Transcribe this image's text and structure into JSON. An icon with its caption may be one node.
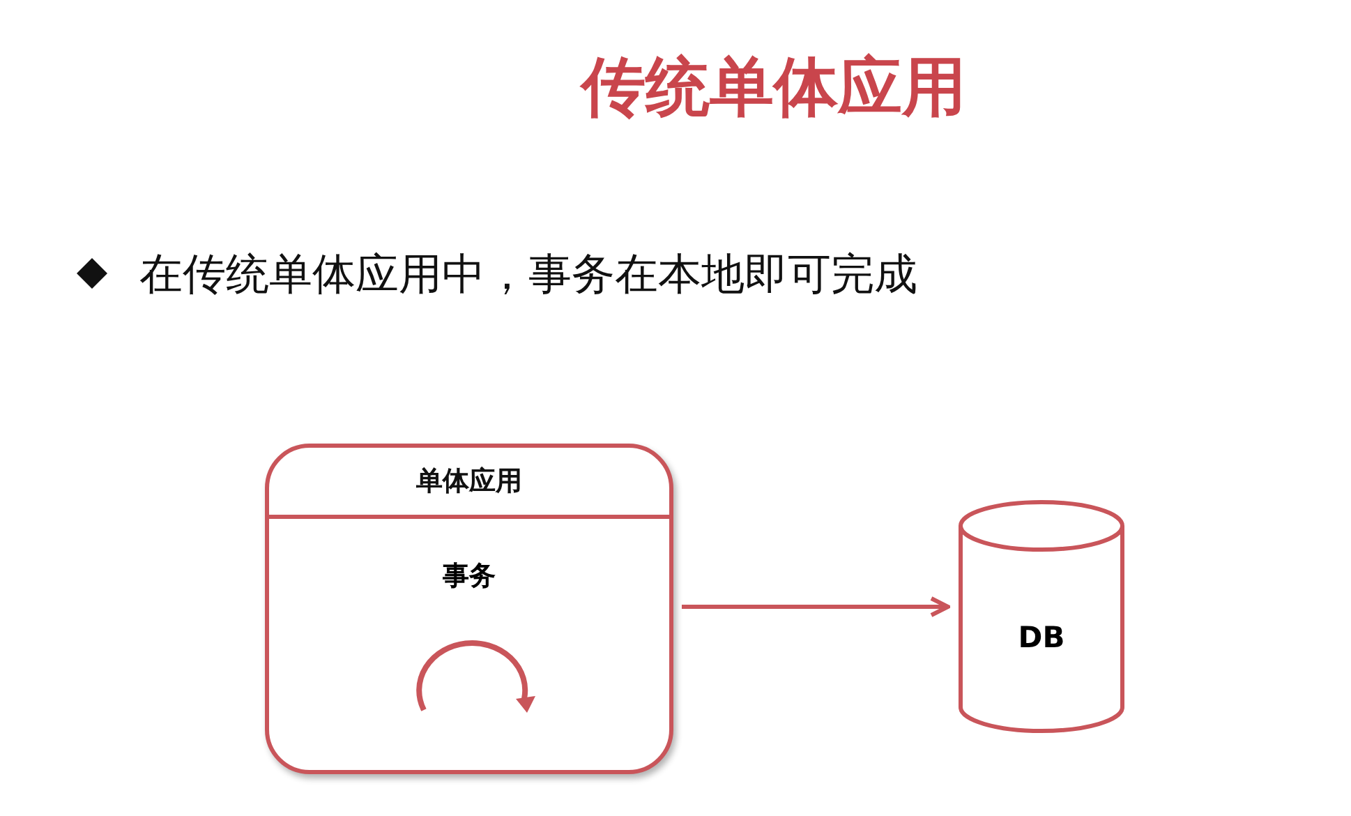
{
  "diagram": {
    "title": "传统单体应用",
    "nodes": [
      {
        "text": [
          "单体应用",
          "事务"
        ]
      },
      {
        "text": [
          "DB"
        ]
      }
    ],
    "edges": [
      {
        "from": 0,
        "to": 1,
        "arrow": "to"
      }
    ],
    "labels": [
      "在传统单体应用中，事务在本地即可完成"
    ]
  }
}
